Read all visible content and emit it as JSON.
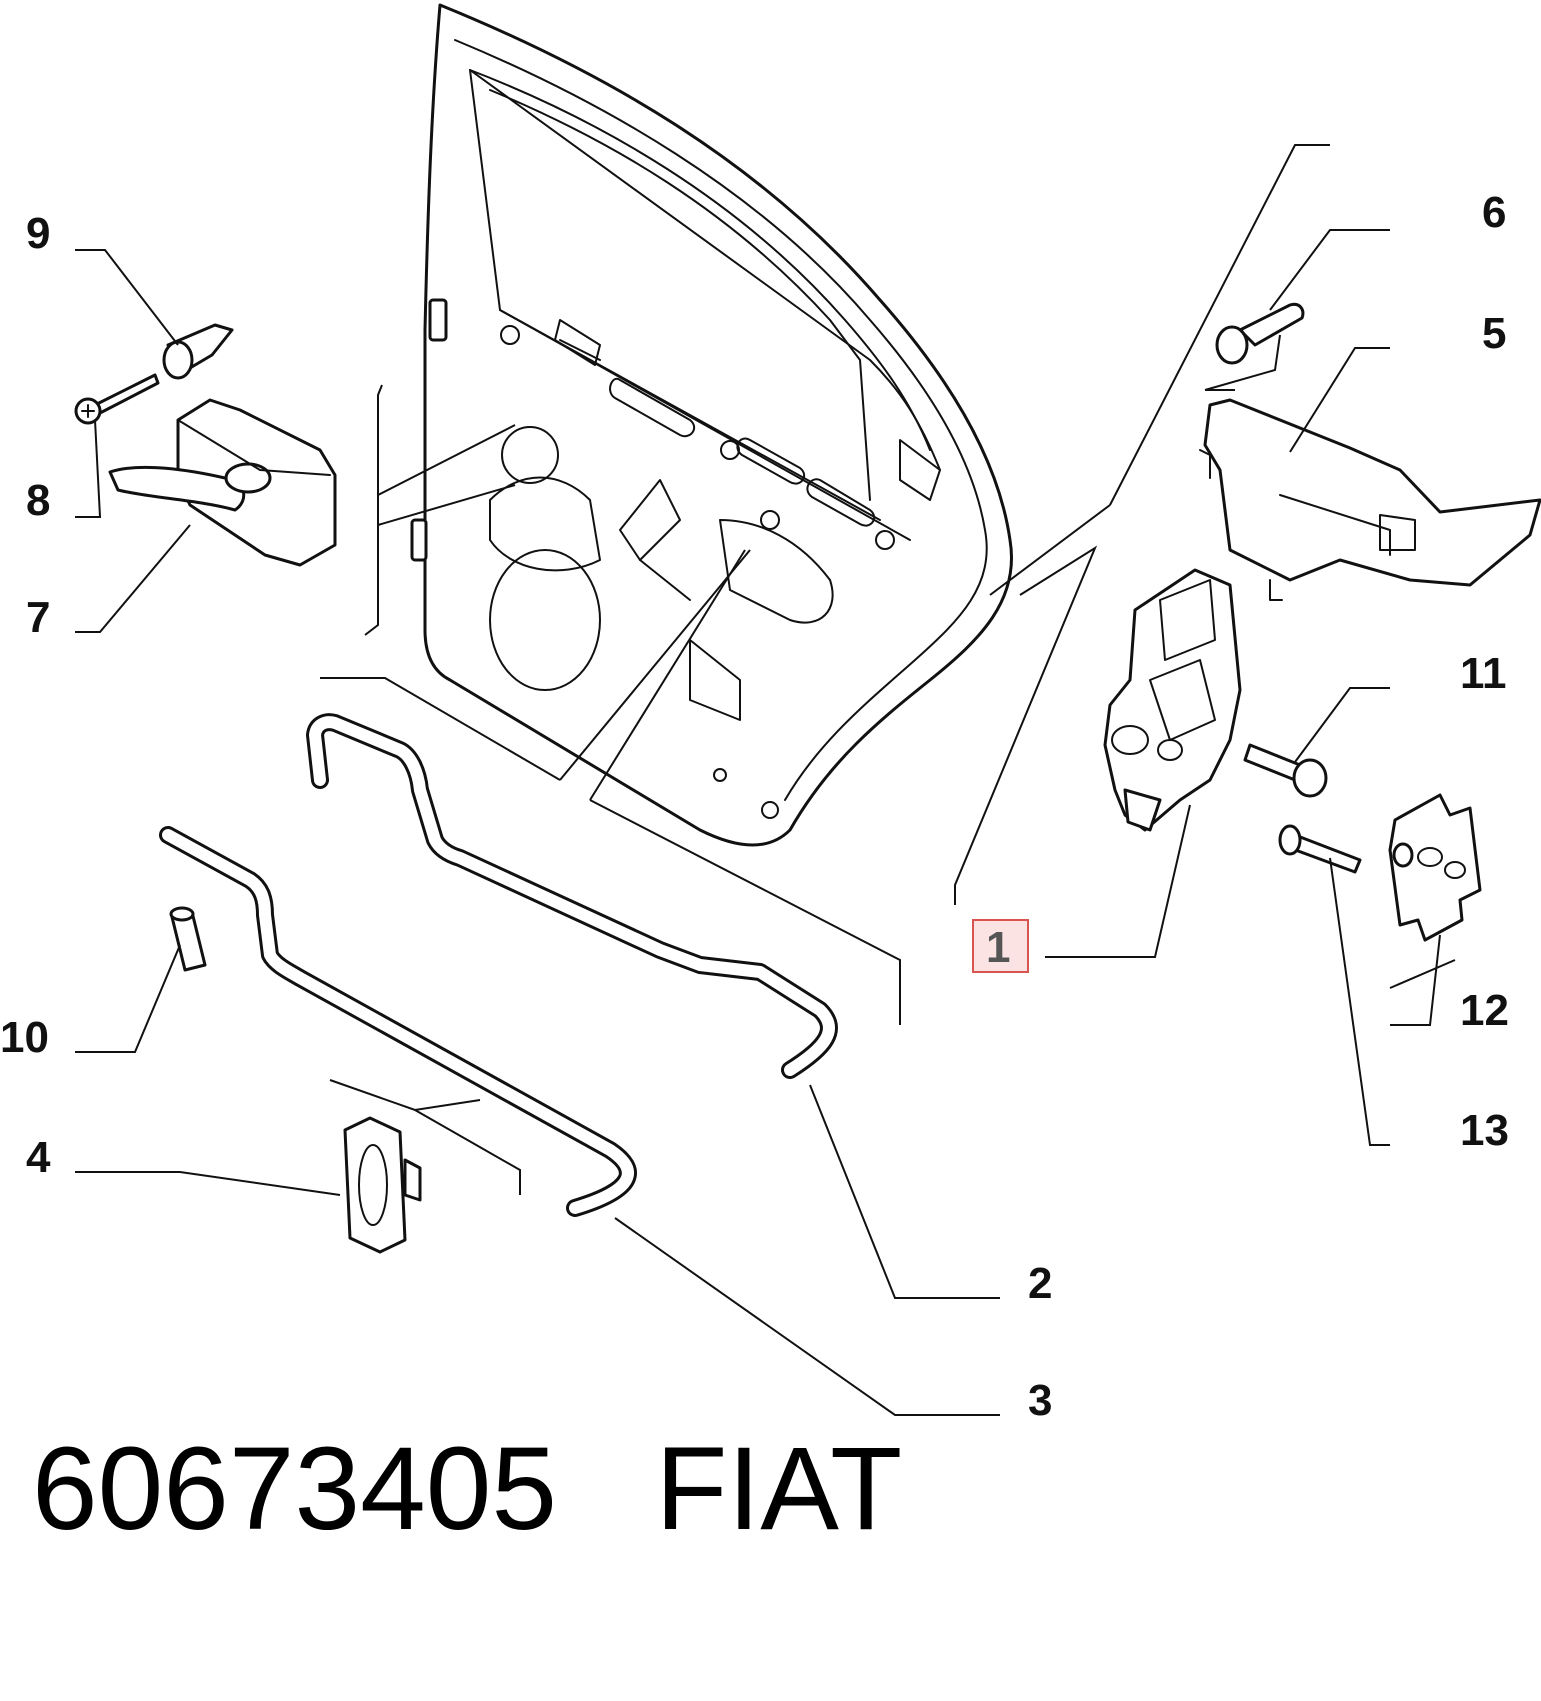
{
  "callouts": {
    "c1": "1",
    "c2": "2",
    "c3": "3",
    "c4": "4",
    "c5": "5",
    "c6": "6",
    "c7": "7",
    "c8": "8",
    "c9": "9",
    "c10": "10",
    "c11": "11",
    "c12": "12",
    "c13": "13"
  },
  "highlight": {
    "callout": "1",
    "border_color": "#d9534f",
    "fill_color": "#fbe3e3"
  },
  "caption": {
    "part_number": "60673405",
    "brand": "FIAT"
  }
}
